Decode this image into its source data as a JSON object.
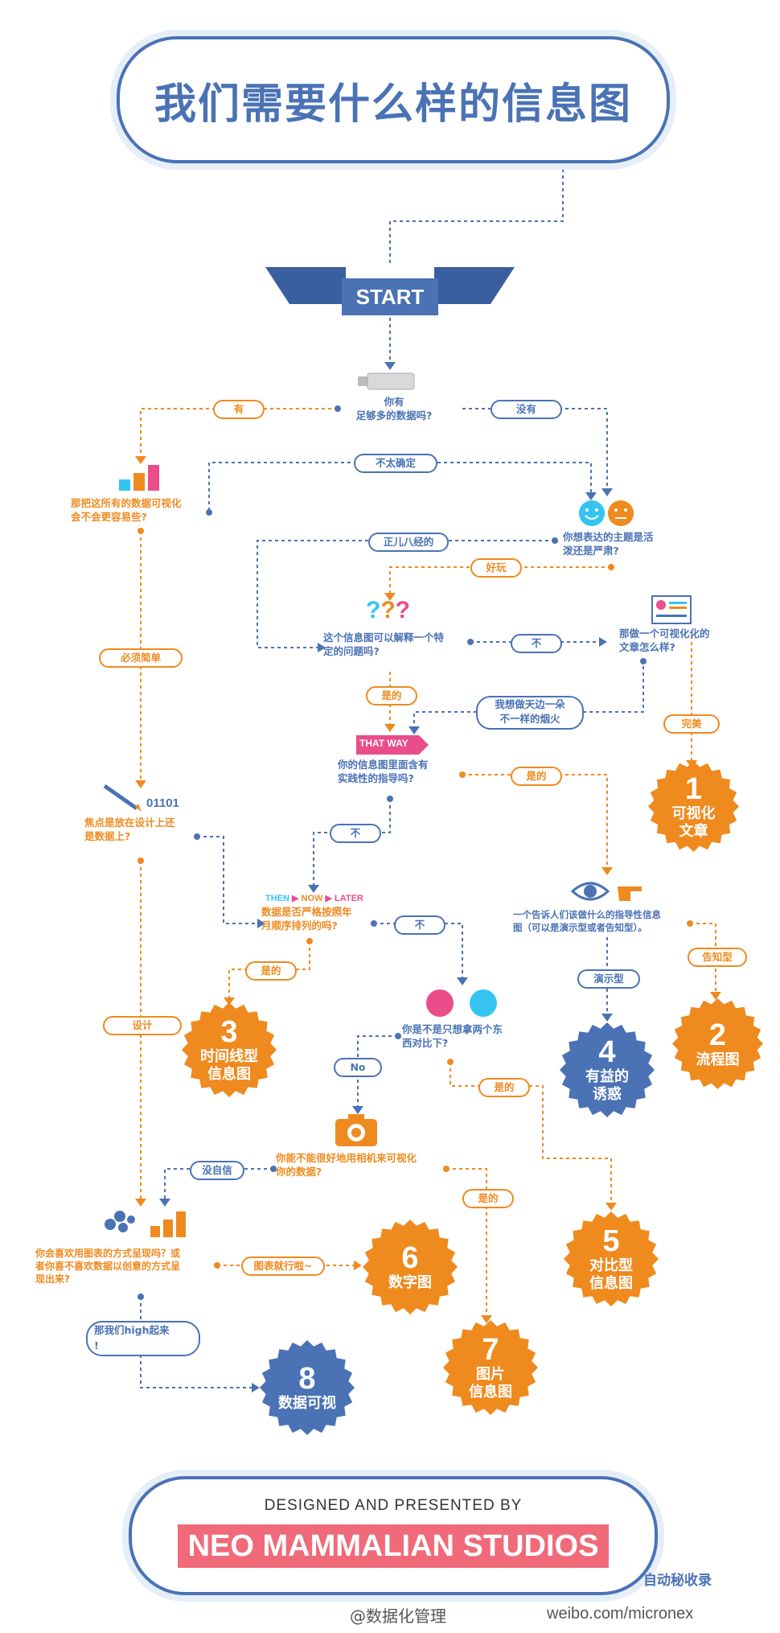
{
  "title": "我们需要什么样的信息图",
  "start": "START",
  "questions": {
    "q_data": "你有\n足够多的数据吗?",
    "q_easy": "那把这所有的数据可视化\n会不会更容易些?",
    "q_topic": "你想表达的主题是活\n泼还是严肃?",
    "q_explain": "这个信息图可以解释一个特\n定的问题吗?",
    "q_article": "那做一个可视化化的\n文章怎么样?",
    "q_guide": "你的信息图里面含有\n实践性的指导吗?",
    "q_focus": "焦点是放在设计上还\n是数据上?",
    "q_time": "数据是否严格按照年\n月顺序排列的吗?",
    "q_tell": "一个告诉人们该做什么的指导性信息\n图（可以是演示型或者告知型）。",
    "q_compare": "你是不是只想拿两个东\n西对比下?",
    "q_camera": "你能不能很好地用相机来可视化\n你的数据?",
    "q_chart": "你会喜欢用图表的方式呈现吗？或\n者你喜不喜欢数据以创意的方式呈\n现出来?"
  },
  "pills": {
    "you": "有",
    "meiyou": "没有",
    "buqueding": "不太确定",
    "zhengerbajing": "正儿八经的",
    "haowan": "好玩",
    "bixujiandan": "必须简单",
    "bu1": "不",
    "shide1": "是的",
    "yanhuo": "我想做天边一朵\n不一样的烟火",
    "wanmei": "完美",
    "shide2": "是的",
    "bu2": "不",
    "bu3": "不",
    "shide3": "是的",
    "yanshixing": "演示型",
    "gaozhixing": "告知型",
    "sheji": "设计",
    "no": "No",
    "shide4": "是的",
    "meizixin": "没自信",
    "shide5": "是的",
    "tubiao": "图表就行啦~",
    "high": "那我们high起来\n!"
  },
  "tags": {
    "thatway": "THAT WAY",
    "binary": "01101",
    "then": "THEN",
    "now": "NOW",
    "later": "LATER"
  },
  "results": [
    {
      "num": "1",
      "label": "可视化\n文章",
      "color": "#ef8a1f"
    },
    {
      "num": "2",
      "label": "流程图",
      "color": "#ef8a1f"
    },
    {
      "num": "3",
      "label": "时间线型\n信息图",
      "color": "#ef8a1f"
    },
    {
      "num": "4",
      "label": "有益的\n诱惑",
      "color": "#4a72b5"
    },
    {
      "num": "5",
      "label": "对比型\n信息图",
      "color": "#ef8a1f"
    },
    {
      "num": "6",
      "label": "数字图",
      "color": "#ef8a1f"
    },
    {
      "num": "7",
      "label": "图片\n信息图",
      "color": "#ef8a1f"
    },
    {
      "num": "8",
      "label": "数据可视",
      "color": "#4a72b5"
    }
  ],
  "footer": {
    "designed_by": "DESIGNED AND PRESENTED BY",
    "studio": "NEO MAMMALIAN STUDIOS"
  },
  "watermark": {
    "weibo_handle": "@数据化管理",
    "weibo_url": "weibo.com/micronex",
    "logo_text": "自动秘收录"
  },
  "colors": {
    "orange": "#ef8a1f",
    "blue": "#4a72b5",
    "pink": "#e94e8a",
    "cyan": "#35c4f0",
    "studio_bg": "#f06a7a"
  }
}
